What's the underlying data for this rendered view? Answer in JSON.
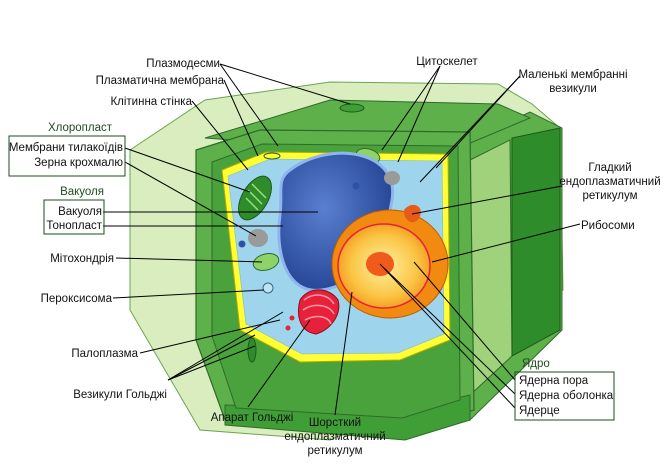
{
  "labels": {
    "plasmodesmata": "Плазмодесми",
    "plasma_membrane": "Плазматична мембрана",
    "cell_wall": "Клітинна стінка",
    "chloroplast_group": "Хлоропласт",
    "thylakoid_membrane": "Мембрани тилакоїдів",
    "starch_grain": "Зерна крохмалю",
    "vacuole_group": "Вакуоля",
    "vacuole": "Вакуоля",
    "tonoplast": "Тонопласт",
    "mitochondrion": "Мітохондрія",
    "peroxisome": "Пероксисома",
    "cytoplasm": "Палоплазма",
    "golgi_vesicles": "Везикули Гольджі",
    "golgi_apparatus": "Апарат Гольджі",
    "rough_er_1": "Шорсткий",
    "rough_er_2": "ендоплазматичний",
    "rough_er_3": "ретикулум",
    "cytoskeleton": "Цитоскелет",
    "small_vesicles_1": "Маленькі мембранні",
    "small_vesicles_2": "везикули",
    "smooth_er_1": "Гладкий",
    "smooth_er_2": "ендоплазматичний",
    "smooth_er_3": "ретикулум",
    "ribosomes": "Рибосоми",
    "nucleus_group": "Ядро",
    "nuclear_pore": "Ядерна пора",
    "nuclear_envelope": "Ядерна оболонка",
    "nucleolus": "Ядерце"
  },
  "colors": {
    "outer_wall": "#d9edbf",
    "cell_wall": "#5db04a",
    "cell_wall_dark": "#2f8c2a",
    "membrane": "#ffff33",
    "cytoplasm": "#9fd5ec",
    "vacuole": "#2f53a4",
    "nucleus": "#f6a020",
    "nucleolus": "#f05a1a",
    "golgi": "#e8213a",
    "group_text": "#1d4d1d"
  }
}
